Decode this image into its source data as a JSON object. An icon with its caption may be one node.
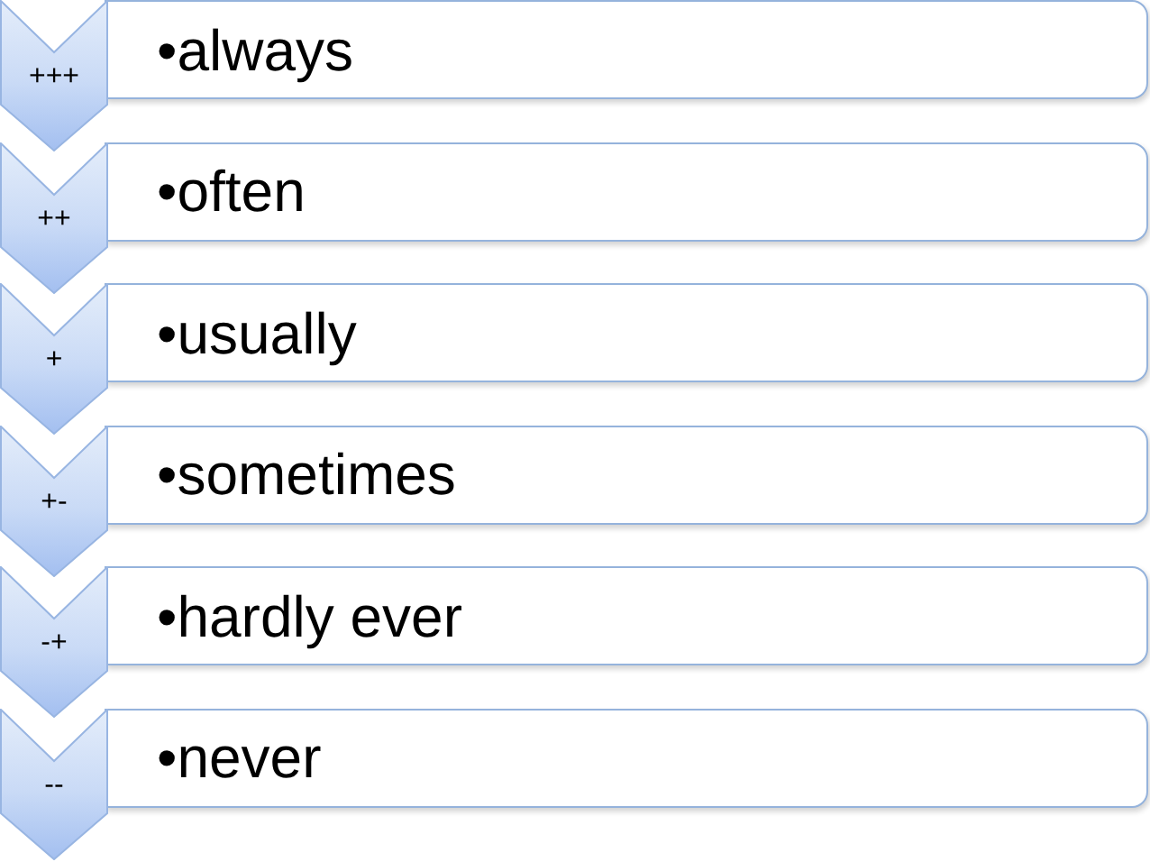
{
  "diagram": {
    "nodes": [
      {
        "text": [
          "+++"
        ]
      },
      {
        "text": [
          "•always"
        ]
      },
      {
        "text": [
          "++"
        ]
      },
      {
        "text": [
          "•often"
        ]
      },
      {
        "text": [
          "+"
        ]
      },
      {
        "text": [
          "•usually"
        ]
      },
      {
        "text": [
          "+-"
        ]
      },
      {
        "text": [
          "•sometimes"
        ]
      },
      {
        "text": [
          "-+"
        ]
      },
      {
        "text": [
          "•hardly ever"
        ]
      },
      {
        "text": [
          "--"
        ]
      },
      {
        "text": [
          "•never"
        ]
      }
    ]
  }
}
